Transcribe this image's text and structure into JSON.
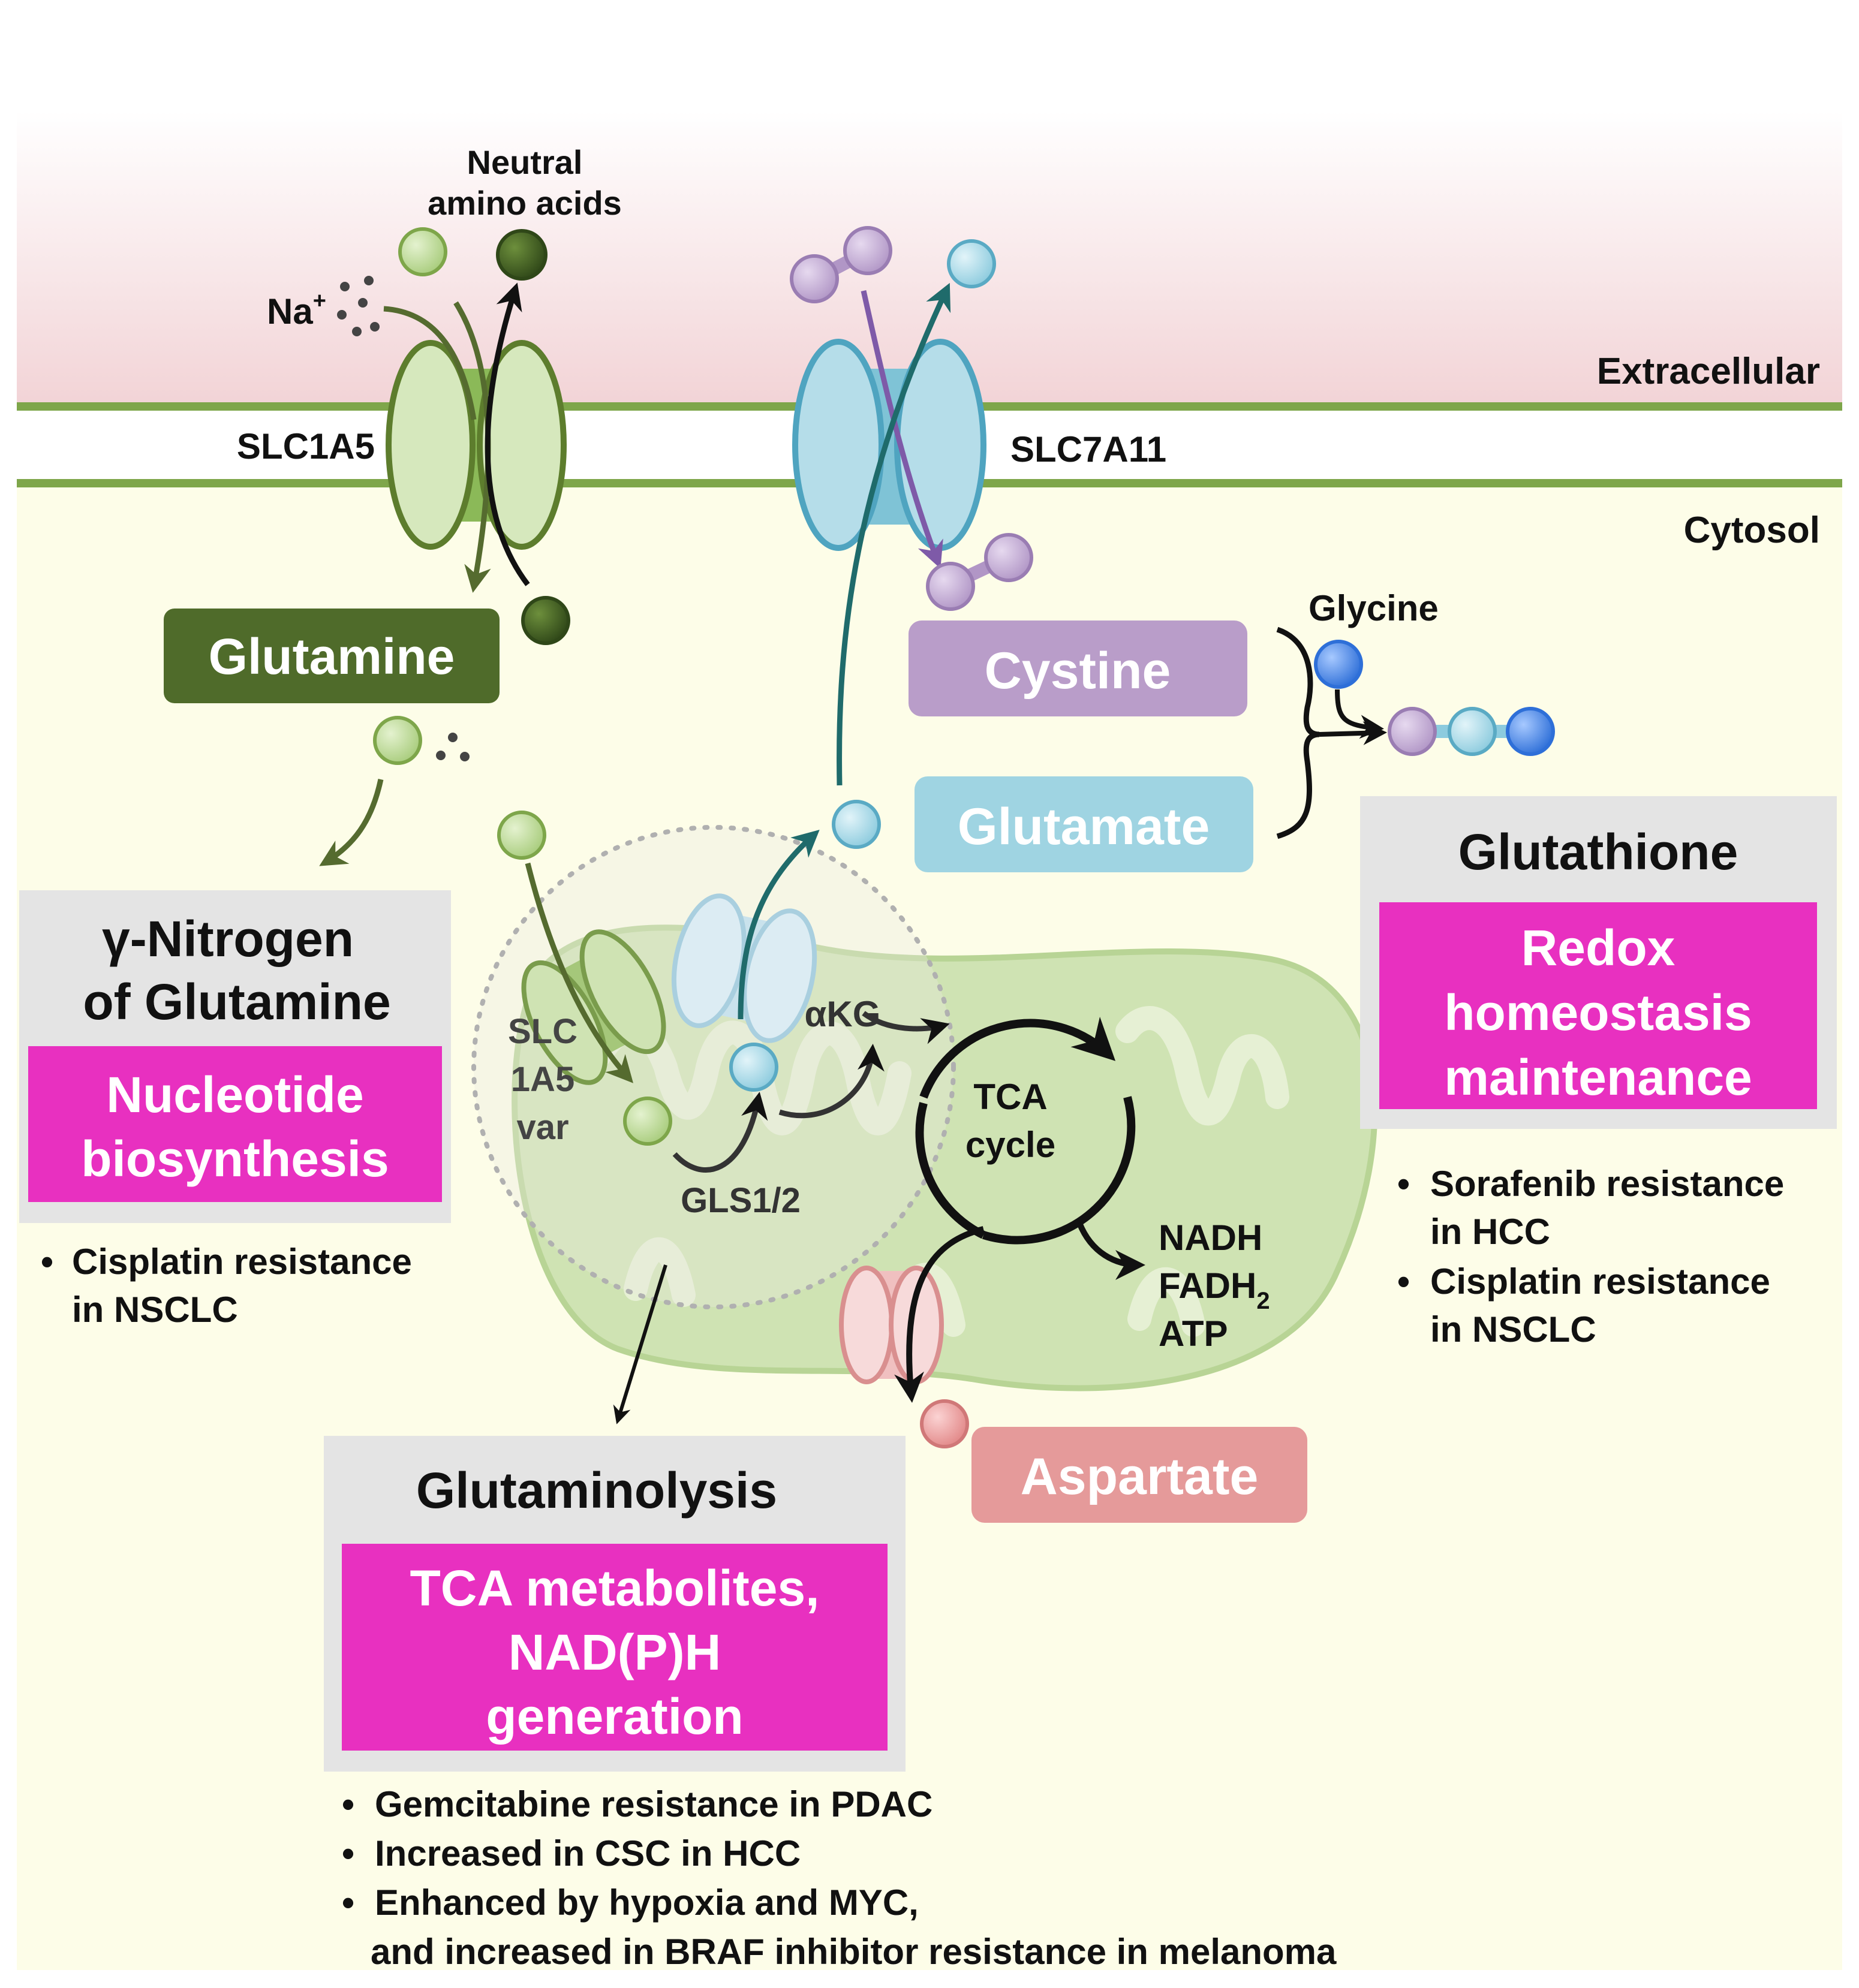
{
  "regions": {
    "extracellular": "Extracellular",
    "cytosol": "Cytosol"
  },
  "transporters": {
    "slc1a5": "SLC1A5",
    "slc7a11": "SLC7A11",
    "slc1a5var": [
      "SLC",
      "1A5",
      "var"
    ]
  },
  "inputs": {
    "neutral_amino_acids": [
      "Neutral",
      "amino acids"
    ],
    "na_ion": "Na",
    "na_charge": "+",
    "glycine": "Glycine"
  },
  "metabolites": {
    "glutamine": "Glutamine",
    "cystine": "Cystine",
    "glutamate": "Glutamate",
    "aspartate": "Aspartate",
    "akg": "αKG",
    "gls": "GLS1/2",
    "tca": [
      "TCA",
      "cycle"
    ],
    "nadh": "NADH",
    "fadh": "FADH",
    "fadh_sub": "2",
    "atp": "ATP"
  },
  "boxes": {
    "nitrogen": {
      "title": [
        "γ-Nitrogen",
        "of Glutamine"
      ],
      "function": [
        "Nucleotide",
        "biosynthesis"
      ],
      "notes": [
        [
          "Cisplatin resistance",
          "in NSCLC"
        ]
      ]
    },
    "glutathione": {
      "title": [
        "Glutathione"
      ],
      "function": [
        "Redox",
        "homeostasis",
        "maintenance"
      ],
      "notes": [
        [
          "Sorafenib resistance",
          "in HCC"
        ],
        [
          "Cisplatin resistance",
          "in NSCLC"
        ]
      ]
    },
    "glutaminolysis": {
      "title": [
        "Glutaminolysis"
      ],
      "function": [
        "TCA metabolites,",
        "NAD(P)H",
        "generation"
      ],
      "notes": [
        [
          "Gemcitabine resistance in PDAC"
        ],
        [
          "Increased in CSC in HCC"
        ],
        [
          "Enhanced by hypoxia and MYC,",
          "and increased in BRAF inhibitor resistance in melanoma"
        ]
      ]
    }
  },
  "colors": {
    "glutamine_dark": "#4f6b2a",
    "glutamine_light": "#b5d58f",
    "cystine": "#b99dc9",
    "glutamate": "#9fd4e2",
    "aspartate": "#e59a9a",
    "glycine": "#4a85e0",
    "function_box": "#e830c0",
    "mito_fill": "#cfe3b3",
    "membrane": "#7ea64a"
  }
}
